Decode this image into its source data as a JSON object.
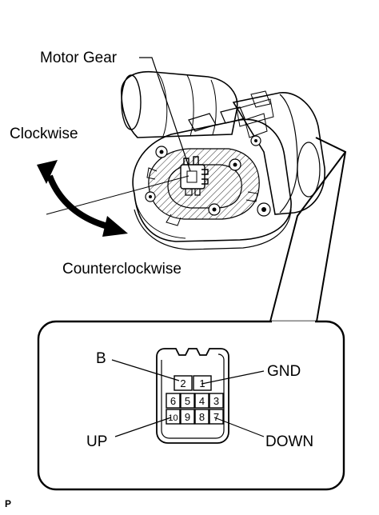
{
  "labels": {
    "motor_gear": "Motor Gear",
    "clockwise": "Clockwise",
    "counterclockwise": "Counterclockwise",
    "terminal_b": "B",
    "terminal_gnd": "GND",
    "terminal_up": "UP",
    "terminal_down": "DOWN",
    "corner_mark": "P"
  },
  "connector": {
    "pins_row1": [
      "2",
      "1"
    ],
    "pins_row2": [
      "6",
      "5",
      "4",
      "3"
    ],
    "pins_row3": [
      "10",
      "9",
      "8",
      "7"
    ]
  }
}
